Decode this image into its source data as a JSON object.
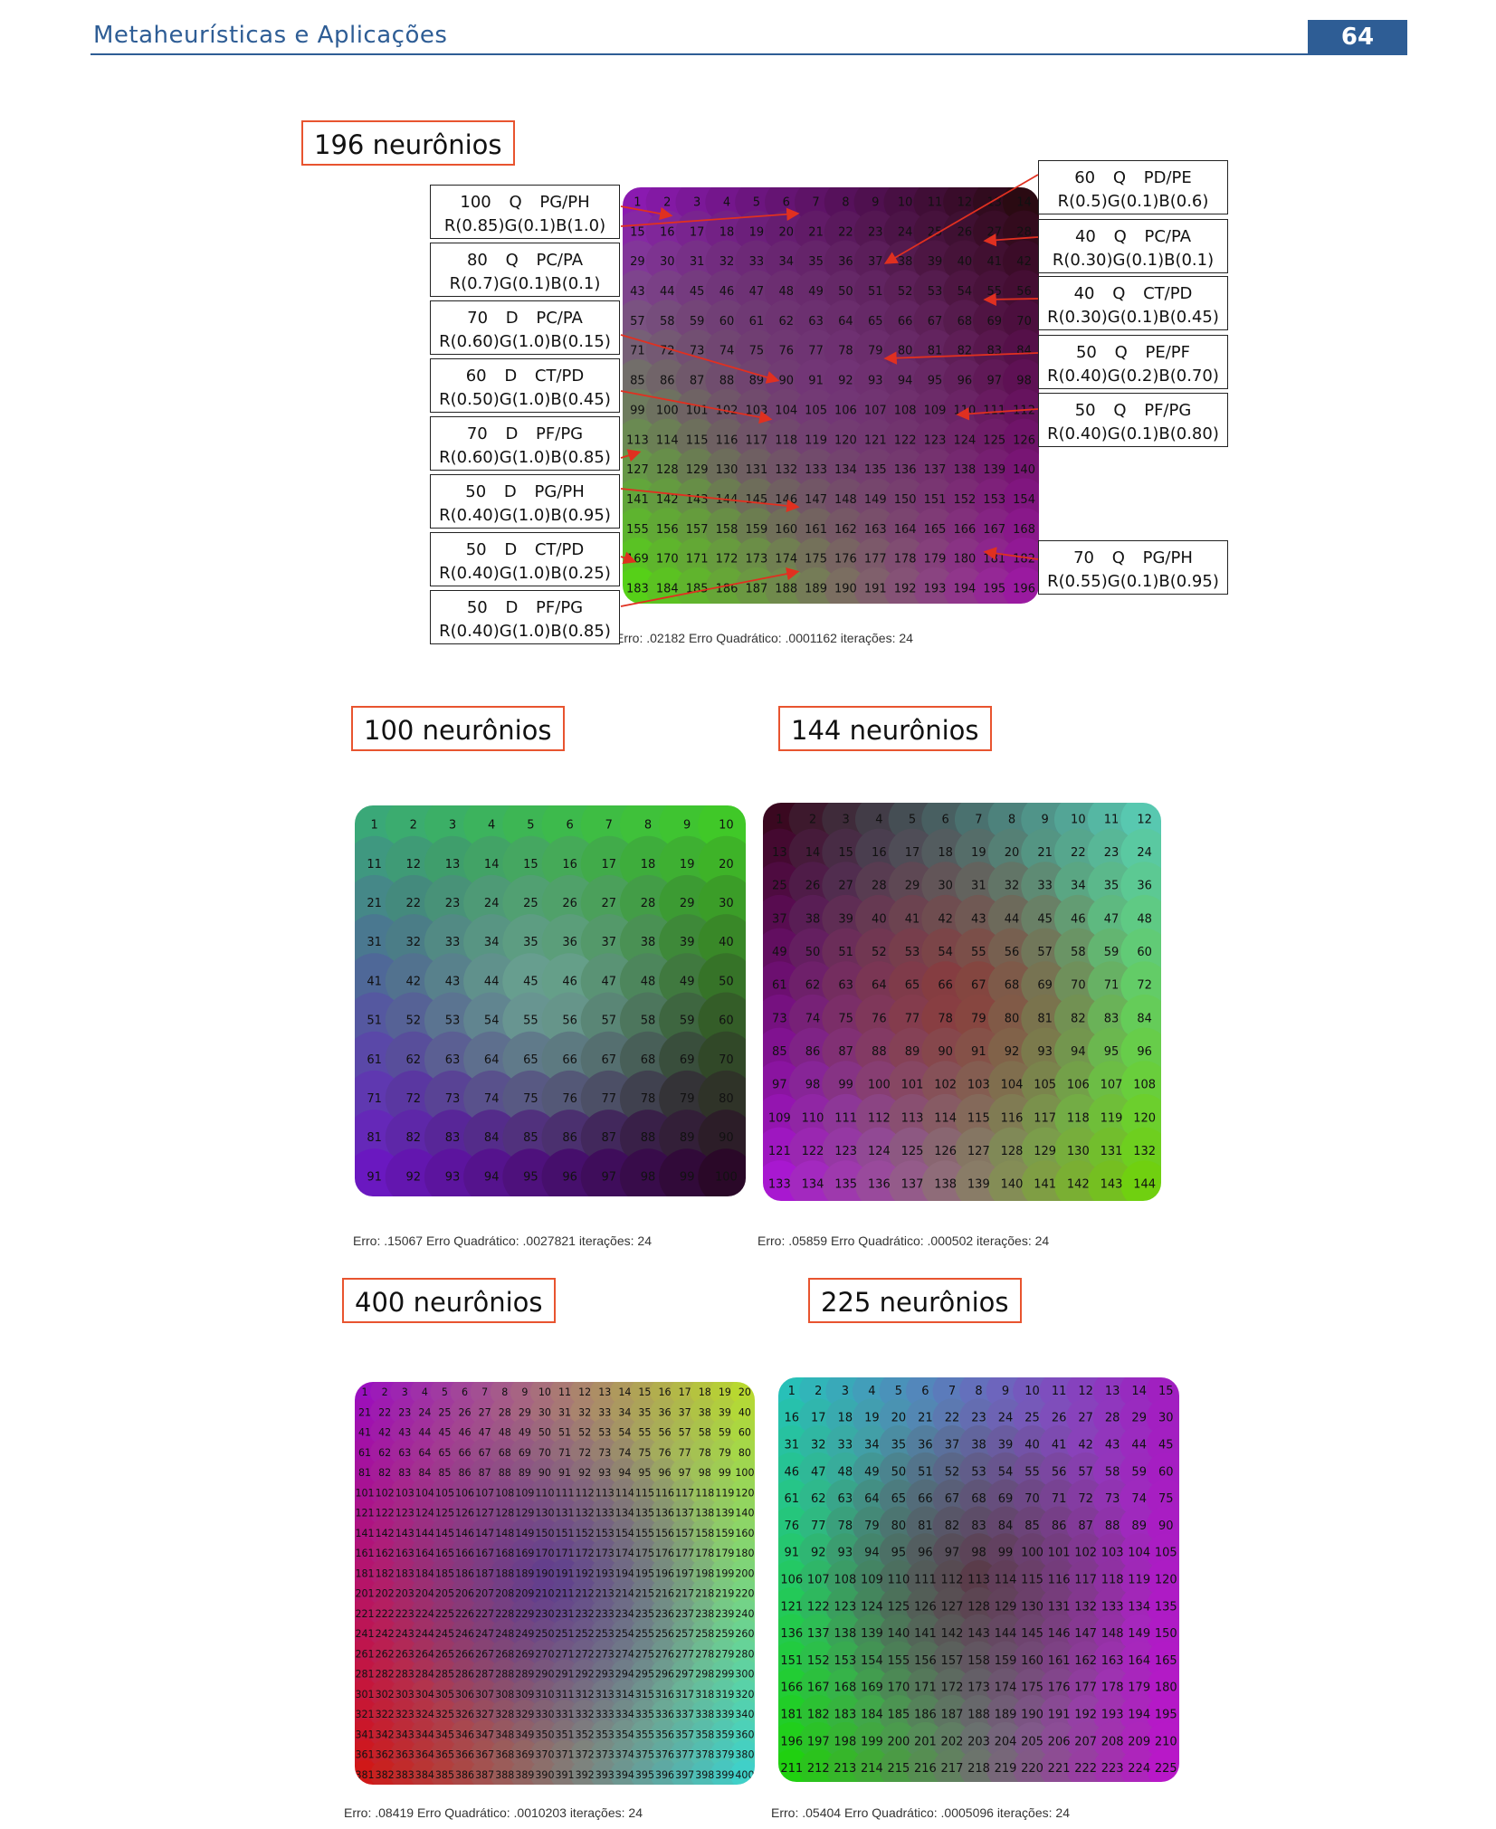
{
  "header": {
    "title": "Metaheurísticas e Aplicações",
    "page_number": "64"
  },
  "maps": [
    {
      "id": "map196",
      "label": "196 neurônios",
      "n": 14,
      "caption": "Erro:  .02182 Erro Quadrático:  .0001162 iterações:  24",
      "gradient": {
        "tl": "#8a1ab0",
        "tr": "#2a0a12",
        "bl": "#56d018",
        "br": "#9a1aa0",
        "mid": "#7a2a8a"
      }
    },
    {
      "id": "map100",
      "label": "100 neurônios",
      "n": 10,
      "caption": "Erro:  .15067 Erro Quadrático:  .0027821 iterações:  24",
      "gradient": {
        "tl": "#3aa878",
        "tr": "#40c828",
        "bl": "#6a18c0",
        "br": "#2a0828",
        "mid": "#8ad0b8"
      }
    },
    {
      "id": "map144",
      "label": "144 neurônios",
      "n": 12,
      "caption": "Erro:  .05859 Erro Quadrático:  .000502 iterações:  24",
      "gradient": {
        "tl": "#3a0820",
        "tr": "#58c8b0",
        "bl": "#a818d0",
        "br": "#70d010",
        "mid": "#a01818"
      }
    },
    {
      "id": "map400",
      "label": "400 neurônios",
      "n": 20,
      "caption": "Erro:  .08419 Erro Quadrático:  .0010203 iterações:  24",
      "gradient": {
        "tl": "#9a10c0",
        "tr": "#b8d830",
        "bl": "#d01818",
        "br": "#40d0c8",
        "mid": "#3818a0"
      }
    },
    {
      "id": "map225",
      "label": "225 neurônios",
      "n": 15,
      "caption": "Erro:  .05404 Erro Quadrático:  .0005096 iterações:  24",
      "gradient": {
        "tl": "#28c0b8",
        "tr": "#a020c0",
        "bl": "#20d010",
        "br": "#b818c8",
        "mid": "#501818"
      }
    }
  ],
  "annotations_left": [
    {
      "line1": "100 Q PG/PH",
      "line2": "R(0.85)G(0.1)B(1.0)"
    },
    {
      "line1": "80 Q PC/PA",
      "line2": "R(0.7)G(0.1)B(0.1)"
    },
    {
      "line1": "70 D PC/PA",
      "line2": "R(0.60)G(1.0)B(0.15)"
    },
    {
      "line1": "60 D CT/PD",
      "line2": "R(0.50)G(1.0)B(0.45)"
    },
    {
      "line1": "70 D PF/PG",
      "line2": "R(0.60)G(1.0)B(0.85)"
    },
    {
      "line1": "50 D PG/PH",
      "line2": "R(0.40)G(1.0)B(0.95)"
    },
    {
      "line1": "50 D CT/PD",
      "line2": "R(0.40)G(1.0)B(0.25)"
    },
    {
      "line1": "50 D PF/PG",
      "line2": "R(0.40)G(1.0)B(0.85)"
    }
  ],
  "annotations_right": [
    {
      "line1": "60 Q PD/PE",
      "line2": "R(0.5)G(0.1)B(0.6)"
    },
    {
      "line1": "40 Q PC/PA",
      "line2": "R(0.30)G(0.1)B(0.1)"
    },
    {
      "line1": "40 Q CT/PD",
      "line2": "R(0.30)G(0.1)B(0.45)"
    },
    {
      "line1": "50 Q PE/PF",
      "line2": "R(0.40)G(0.2)B(0.70)"
    },
    {
      "line1": "50 Q PF/PG",
      "line2": "R(0.40)G(0.1)B(0.80)"
    },
    {
      "line1": "70 Q PG/PH",
      "line2": "R(0.55)G(0.1)B(0.95)"
    }
  ],
  "colors": {
    "accent": "#2e5d95",
    "label_border": "#e8542f",
    "arrow": "#e03020"
  }
}
